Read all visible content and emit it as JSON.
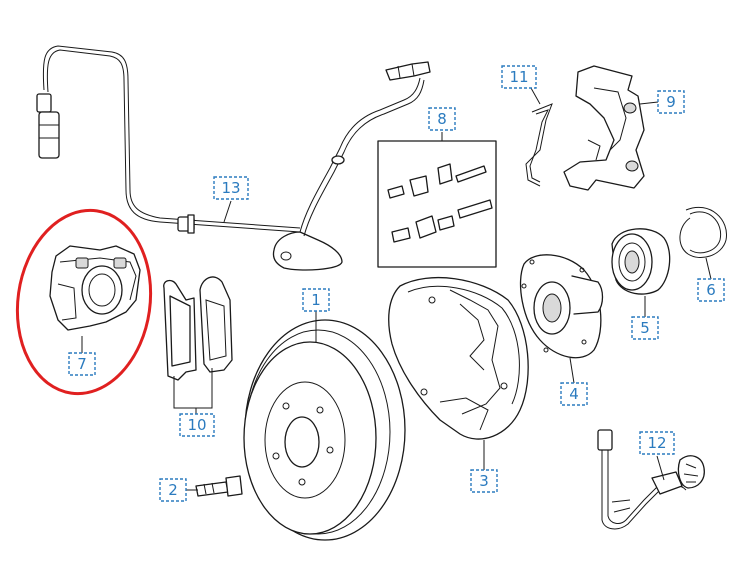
{
  "callouts": [
    {
      "id": "1",
      "label": "1",
      "part": "brake-rotor"
    },
    {
      "id": "2",
      "label": "2",
      "part": "bleeder-screw"
    },
    {
      "id": "3",
      "label": "3",
      "part": "splash-shield"
    },
    {
      "id": "4",
      "label": "4",
      "part": "wheel-hub"
    },
    {
      "id": "5",
      "label": "5",
      "part": "wheel-bearing"
    },
    {
      "id": "6",
      "label": "6",
      "part": "snap-ring"
    },
    {
      "id": "7",
      "label": "7",
      "part": "brake-caliper"
    },
    {
      "id": "8",
      "label": "8",
      "part": "hardware-kit"
    },
    {
      "id": "9",
      "label": "9",
      "part": "caliper-bracket"
    },
    {
      "id": "10",
      "label": "10",
      "part": "brake-pads"
    },
    {
      "id": "11",
      "label": "11",
      "part": "anti-rattle-clip"
    },
    {
      "id": "12",
      "label": "12",
      "part": "brake-hose"
    },
    {
      "id": "13",
      "label": "13",
      "part": "wheel-speed-sensor"
    }
  ],
  "highlighted_callout": "7",
  "colors": {
    "callout": "#2b7bbf",
    "highlight": "#e02020",
    "line": "#1a1a1a"
  }
}
